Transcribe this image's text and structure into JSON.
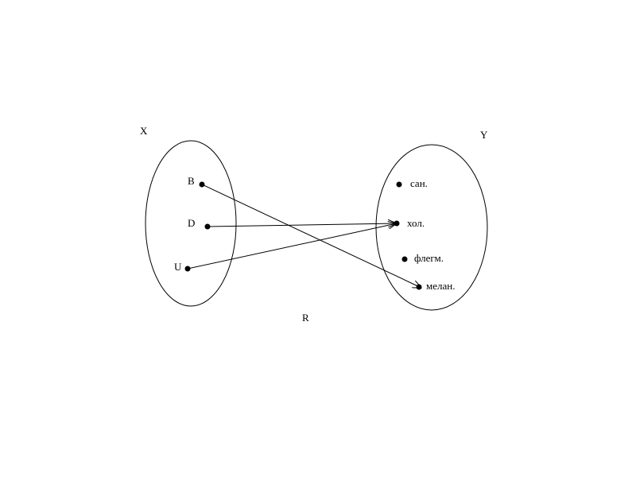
{
  "sets": {
    "x": {
      "label": "X",
      "elements": [
        "B",
        "D",
        "U"
      ]
    },
    "y": {
      "label": "Y",
      "elements": [
        "сан.",
        "хол.",
        "флегм.",
        "мелан."
      ]
    }
  },
  "relation": {
    "label": "R",
    "pairs": [
      [
        "B",
        "мелан."
      ],
      [
        "D",
        "хол."
      ],
      [
        "U",
        "хол."
      ]
    ]
  }
}
